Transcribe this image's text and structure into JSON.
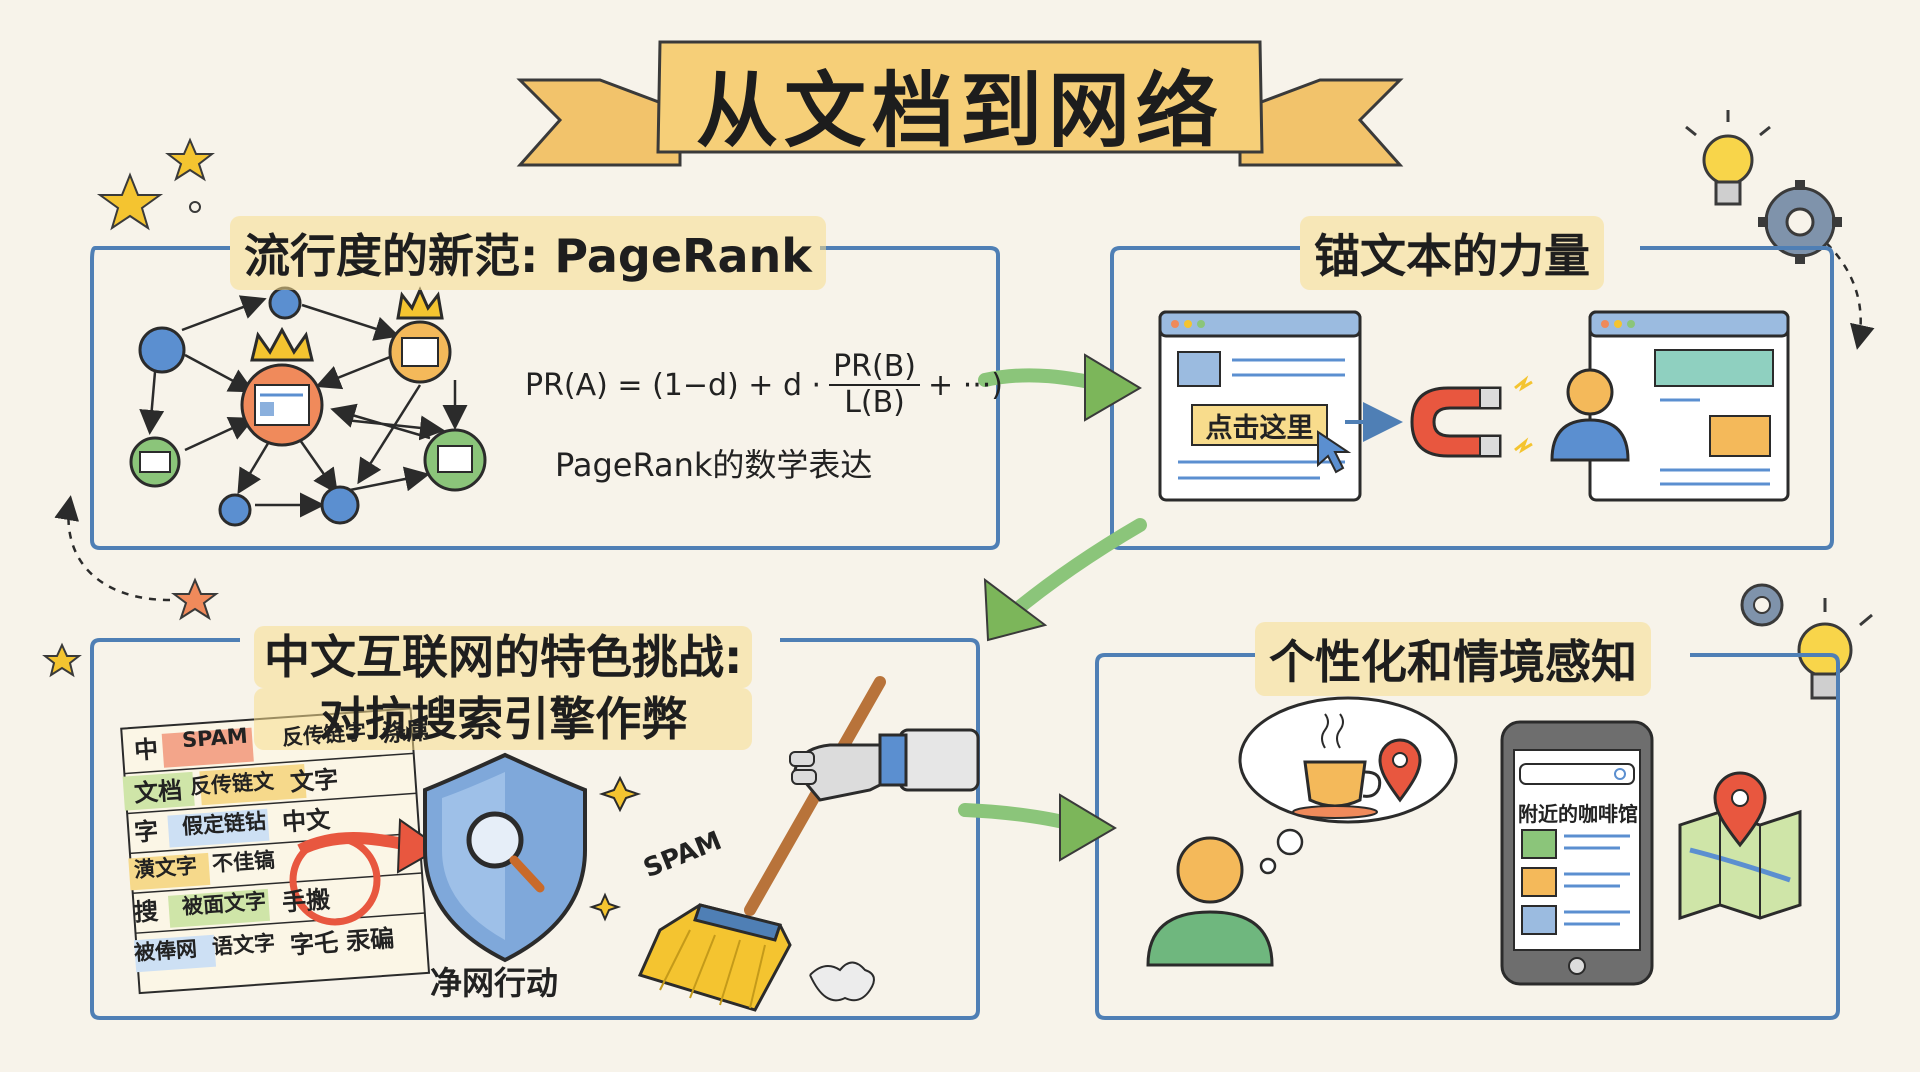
{
  "title": "从文档到网络",
  "panels": {
    "pagerank": {
      "title": "流行度的新范: PageRank",
      "formula": {
        "lhs": "PR(A) = (1−d) + d ·",
        "numerator": "PR(B)",
        "denominator": "L(B)",
        "tail": "+ ···)"
      },
      "caption": "PageRank的数学表达"
    },
    "anchor": {
      "title": "锚文本的力量",
      "link_label": "点击这里"
    },
    "spam": {
      "title_line1": "中文互联网的特色挑战:",
      "title_line2": "对抗搜索引擎作弊",
      "shield_label": "净网行动",
      "broom_word": "SPAM",
      "grid_rows": [
        [
          "中",
          "SPAM",
          "反传链字",
          "涤屌"
        ],
        [
          "文档",
          "反传链文",
          "文字"
        ],
        [
          "字",
          "假定链钻",
          "中文"
        ],
        [
          "潢文字",
          "不佳镐"
        ],
        [
          "搜",
          "被面文字",
          "手搬"
        ],
        [
          "被俸网",
          "语文字",
          "字乇",
          "汞碥"
        ]
      ]
    },
    "personal": {
      "title": "个性化和情境感知",
      "phone_search_text": "附近的咖啡馆"
    }
  },
  "colors": {
    "panel_border": "#4f7fb5",
    "ribbon": "#f2c36b",
    "highlight": "#f8dc8c",
    "node_blue": "#5b8fd0",
    "node_orange": "#f08a5b",
    "node_green": "#8bc57a",
    "crown": "#f4c430",
    "arrow_green": "#7cb65a"
  }
}
